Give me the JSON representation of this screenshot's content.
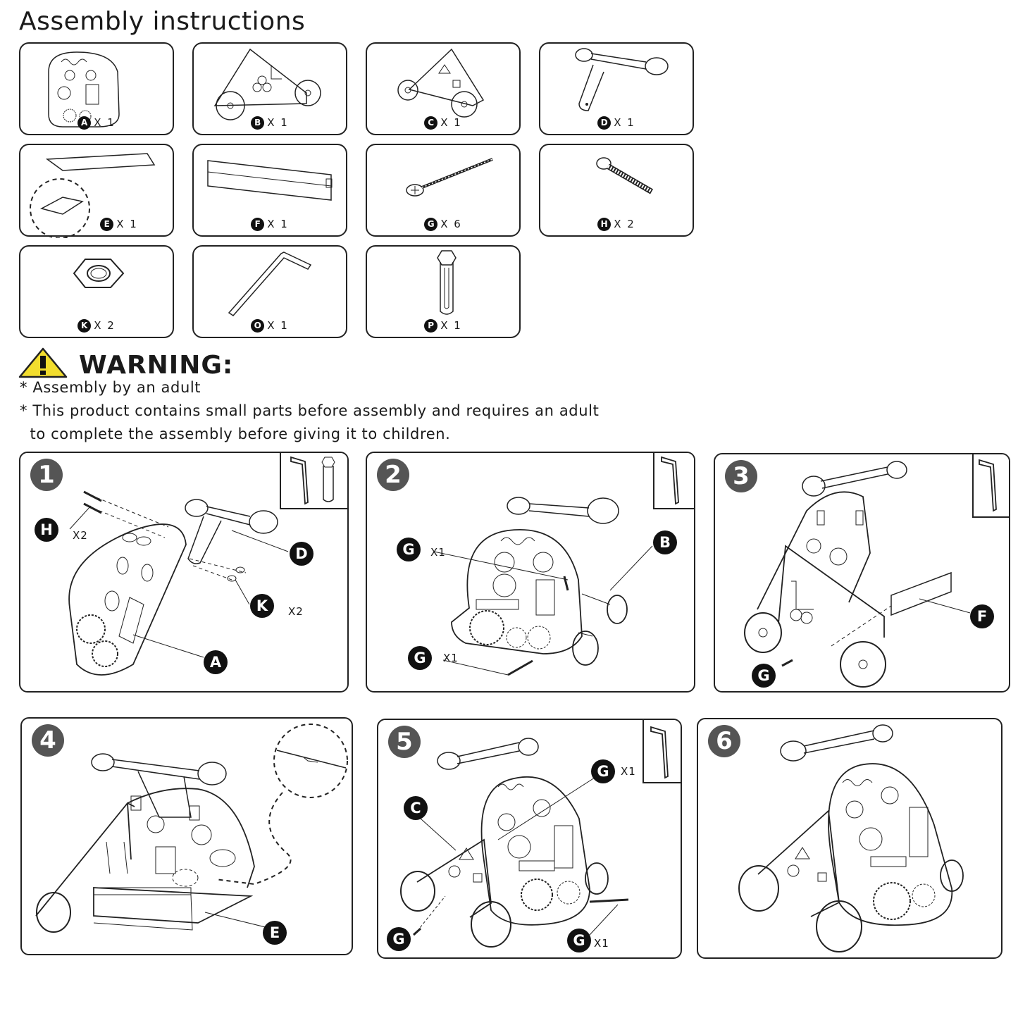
{
  "title": "Assembly instructions",
  "parts": [
    {
      "letter": "A",
      "qty": "X 1",
      "icon": "activity-board-icon"
    },
    {
      "letter": "B",
      "qty": "X 1",
      "icon": "left-side-panel-icon"
    },
    {
      "letter": "C",
      "qty": "X 1",
      "icon": "right-side-panel-icon"
    },
    {
      "letter": "D",
      "qty": "X 1",
      "icon": "handle-icon"
    },
    {
      "letter": "E",
      "qty": "X 1",
      "icon": "bottom-board-icon"
    },
    {
      "letter": "F",
      "qty": "X 1",
      "icon": "crossbar-icon"
    },
    {
      "letter": "G",
      "qty": "X 6",
      "icon": "long-screw-icon"
    },
    {
      "letter": "H",
      "qty": "X 2",
      "icon": "bolt-icon"
    },
    {
      "letter": "K",
      "qty": "X 2",
      "icon": "nut-icon"
    },
    {
      "letter": "O",
      "qty": "X 1",
      "icon": "allen-key-icon"
    },
    {
      "letter": "P",
      "qty": "X 1",
      "icon": "socket-wrench-icon"
    }
  ],
  "warning": {
    "title": "WARNING:",
    "lines": [
      "* Assembly by an adult",
      "* This product contains small parts before assembly and requires an adult",
      "  to complete the assembly before giving it to children."
    ]
  },
  "steps": [
    {
      "number": "1",
      "callouts": [
        {
          "letter": "H",
          "qty": "X2"
        },
        {
          "letter": "D",
          "qty": ""
        },
        {
          "letter": "K",
          "qty": "X2"
        },
        {
          "letter": "A",
          "qty": ""
        }
      ]
    },
    {
      "number": "2",
      "callouts": [
        {
          "letter": "G",
          "qty": "X1"
        },
        {
          "letter": "B",
          "qty": ""
        },
        {
          "letter": "G",
          "qty": "X1"
        }
      ]
    },
    {
      "number": "3",
      "callouts": [
        {
          "letter": "F",
          "qty": ""
        },
        {
          "letter": "G",
          "qty": ""
        }
      ]
    },
    {
      "number": "4",
      "callouts": [
        {
          "letter": "E",
          "qty": ""
        }
      ]
    },
    {
      "number": "5",
      "callouts": [
        {
          "letter": "C",
          "qty": ""
        },
        {
          "letter": "G",
          "qty": "X1"
        },
        {
          "letter": "G",
          "qty": ""
        },
        {
          "letter": "G",
          "qty": "X1"
        }
      ]
    },
    {
      "number": "6",
      "callouts": []
    }
  ]
}
